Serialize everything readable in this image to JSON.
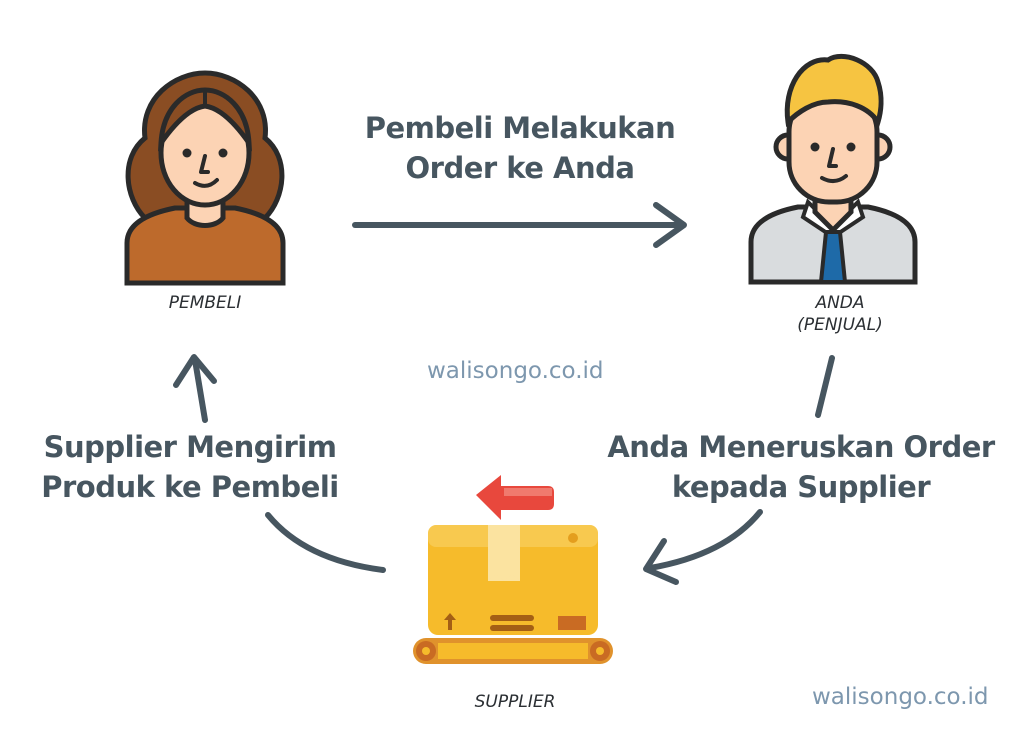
{
  "nodes": {
    "buyer": {
      "caption": "PEMBELI"
    },
    "seller": {
      "caption_line1": "ANDA",
      "caption_line2": "(PENJUAL)"
    },
    "supplier": {
      "caption": "SUPPLIER"
    }
  },
  "steps": {
    "buyer_to_seller": {
      "line1": "Pembeli Melakukan",
      "line2": "Order ke Anda"
    },
    "seller_to_supplier": {
      "line1": "Anda Meneruskan Order",
      "line2": "kepada Supplier"
    },
    "supplier_to_buyer": {
      "line1": "Supplier Mengirim",
      "line2": "Produk ke Pembeli"
    }
  },
  "watermarks": {
    "center": "walisongo.co.id",
    "corner": "walisongo.co.id"
  },
  "colors": {
    "arrow": "#475660",
    "text": "#475660",
    "watermark": "#7d97ae",
    "box": "#f6bb2b",
    "red_arrow": "#e8483d",
    "shirt": "#bd6a2c",
    "tie": "#1e6aa8"
  }
}
